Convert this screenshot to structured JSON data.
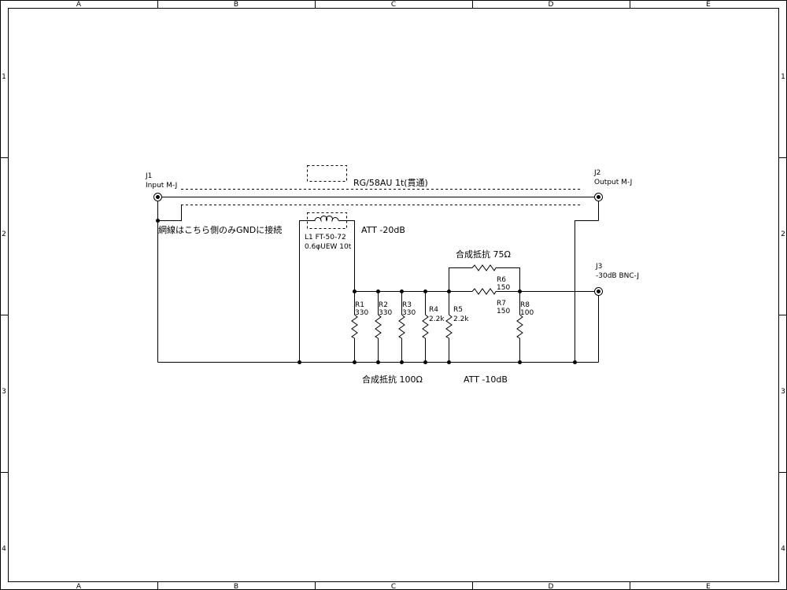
{
  "frame": {
    "columns": [
      "A",
      "B",
      "C",
      "D",
      "E"
    ],
    "rows": [
      "1",
      "2",
      "3",
      "4"
    ]
  },
  "connectors": {
    "j1": {
      "ref": "J1",
      "name": "Input M-J"
    },
    "j2": {
      "ref": "J2",
      "name": "Output M-J"
    },
    "j3": {
      "ref": "J3",
      "name": "-30dB BNC-J"
    }
  },
  "notes": {
    "cable": "RG/58AU  1t(貫通)",
    "shield_note": "網線はこちら側のみGNDに接続",
    "att20": "ATT  -20dB",
    "att10": "ATT  -10dB",
    "composite75": "合成抵抗 75Ω",
    "composite100": "合成抵抗 100Ω"
  },
  "inductor": {
    "ref": "L1 FT-50-72",
    "spec": "0.6φUEW 10t"
  },
  "resistors": {
    "r1": {
      "ref": "R1",
      "value": "330"
    },
    "r2": {
      "ref": "R2",
      "value": "330"
    },
    "r3": {
      "ref": "R3",
      "value": "330"
    },
    "r4": {
      "ref": "R4",
      "value": "2.2k"
    },
    "r5": {
      "ref": "R5",
      "value": "2.2k"
    },
    "r6": {
      "ref": "R6",
      "value": "150"
    },
    "r7": {
      "ref": "R7",
      "value": "150"
    },
    "r8": {
      "ref": "R8",
      "value": "100"
    }
  }
}
